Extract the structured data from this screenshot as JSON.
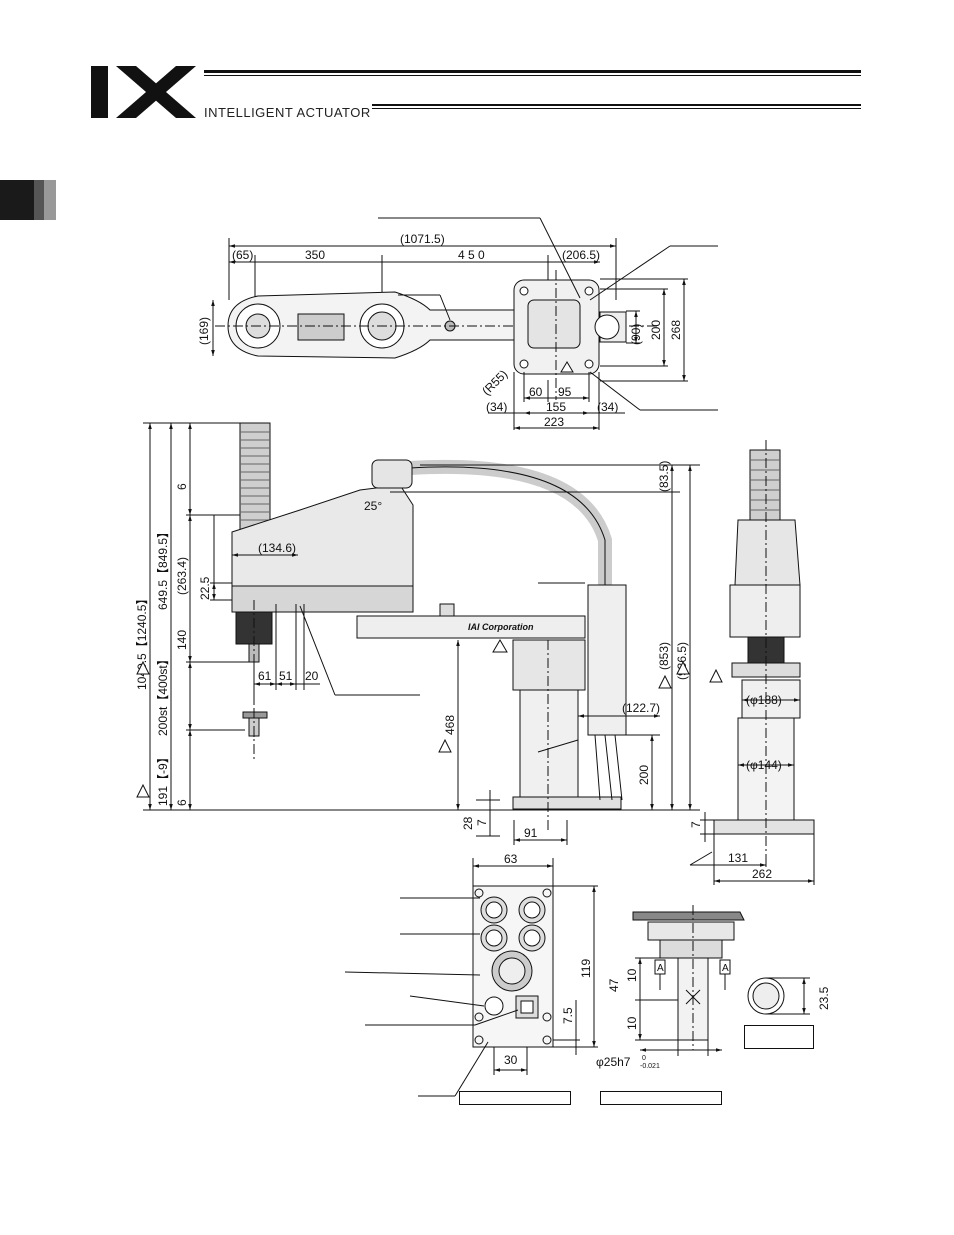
{
  "header": {
    "brand_mark": "IX",
    "brand_text": "INTELLIGENT ACTUATOR"
  },
  "top_view": {
    "dims": {
      "overall": "(1071.5)",
      "left_end": "(65)",
      "arm1": "350",
      "arm2": "4 5 0",
      "right_end": "(206.5)",
      "width_left": "(169)",
      "d90": "(90)",
      "d200": "200",
      "d268": "268",
      "r55": "(R55)",
      "d60": "60",
      "d95": "95",
      "d34_left": "(34)",
      "d155": "155",
      "d34_right": "(34)",
      "d223": "223"
    }
  },
  "front_view": {
    "dims": {
      "overall": "1040.5【1240.5】",
      "stroke_top": "649.5【849.5】",
      "d263_4": "(263.4)",
      "d134_6": "(134.6)",
      "d22_5": "22.5",
      "d140": "140",
      "d6_top": "6",
      "d6_bottom": "6",
      "stroke": "200st【400st】",
      "d191": "191【-9】",
      "d61": "61",
      "d51": "51",
      "d20": "20",
      "angle": "25°",
      "d83_5": "(83.5)",
      "d853": "(853)",
      "d936_5": "(936.5)",
      "d468": "468",
      "d122_7": "(122.7)",
      "d200": "200",
      "d28": "28",
      "d7": "7",
      "d91": "91",
      "corp_label": "IAI Corporation"
    }
  },
  "side_view": {
    "dims": {
      "phi188": "(φ188)",
      "phi144": "(φ144)",
      "d7": "7",
      "d131": "131",
      "d262": "262"
    }
  },
  "connector_panel": {
    "dims": {
      "d63": "63",
      "d119": "119",
      "d7_5": "7.5",
      "d30": "30"
    }
  },
  "shaft_detail": {
    "dims": {
      "d10_top": "10",
      "d47": "47",
      "d10_bottom": "10",
      "datum_a": "A",
      "datum_a2": "A",
      "phi25": "φ25h7",
      "tol_upper": "0",
      "tol_lower": "-0.021",
      "d23_5": "23.5"
    }
  },
  "warning_mark": "1"
}
